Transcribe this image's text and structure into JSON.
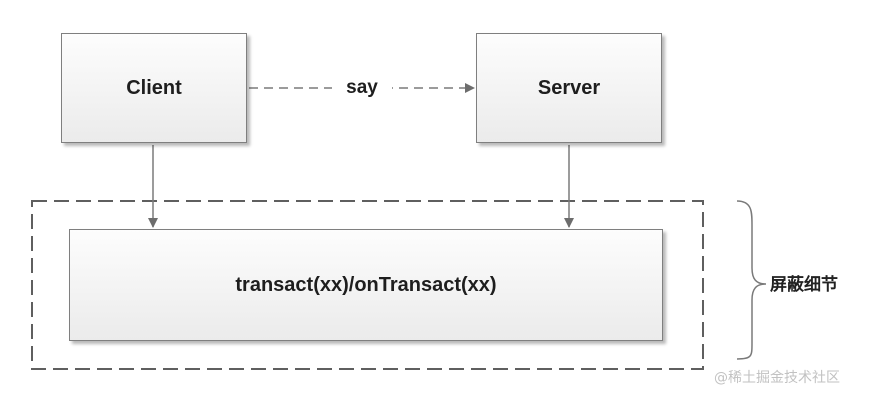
{
  "diagram": {
    "client_label": "Client",
    "server_label": "Server",
    "edge_label": "say",
    "transact_label": "transact(xx)/onTransact(xx)",
    "group_label": "屏蔽细节"
  },
  "watermark": "@稀土掘金技术社区"
}
